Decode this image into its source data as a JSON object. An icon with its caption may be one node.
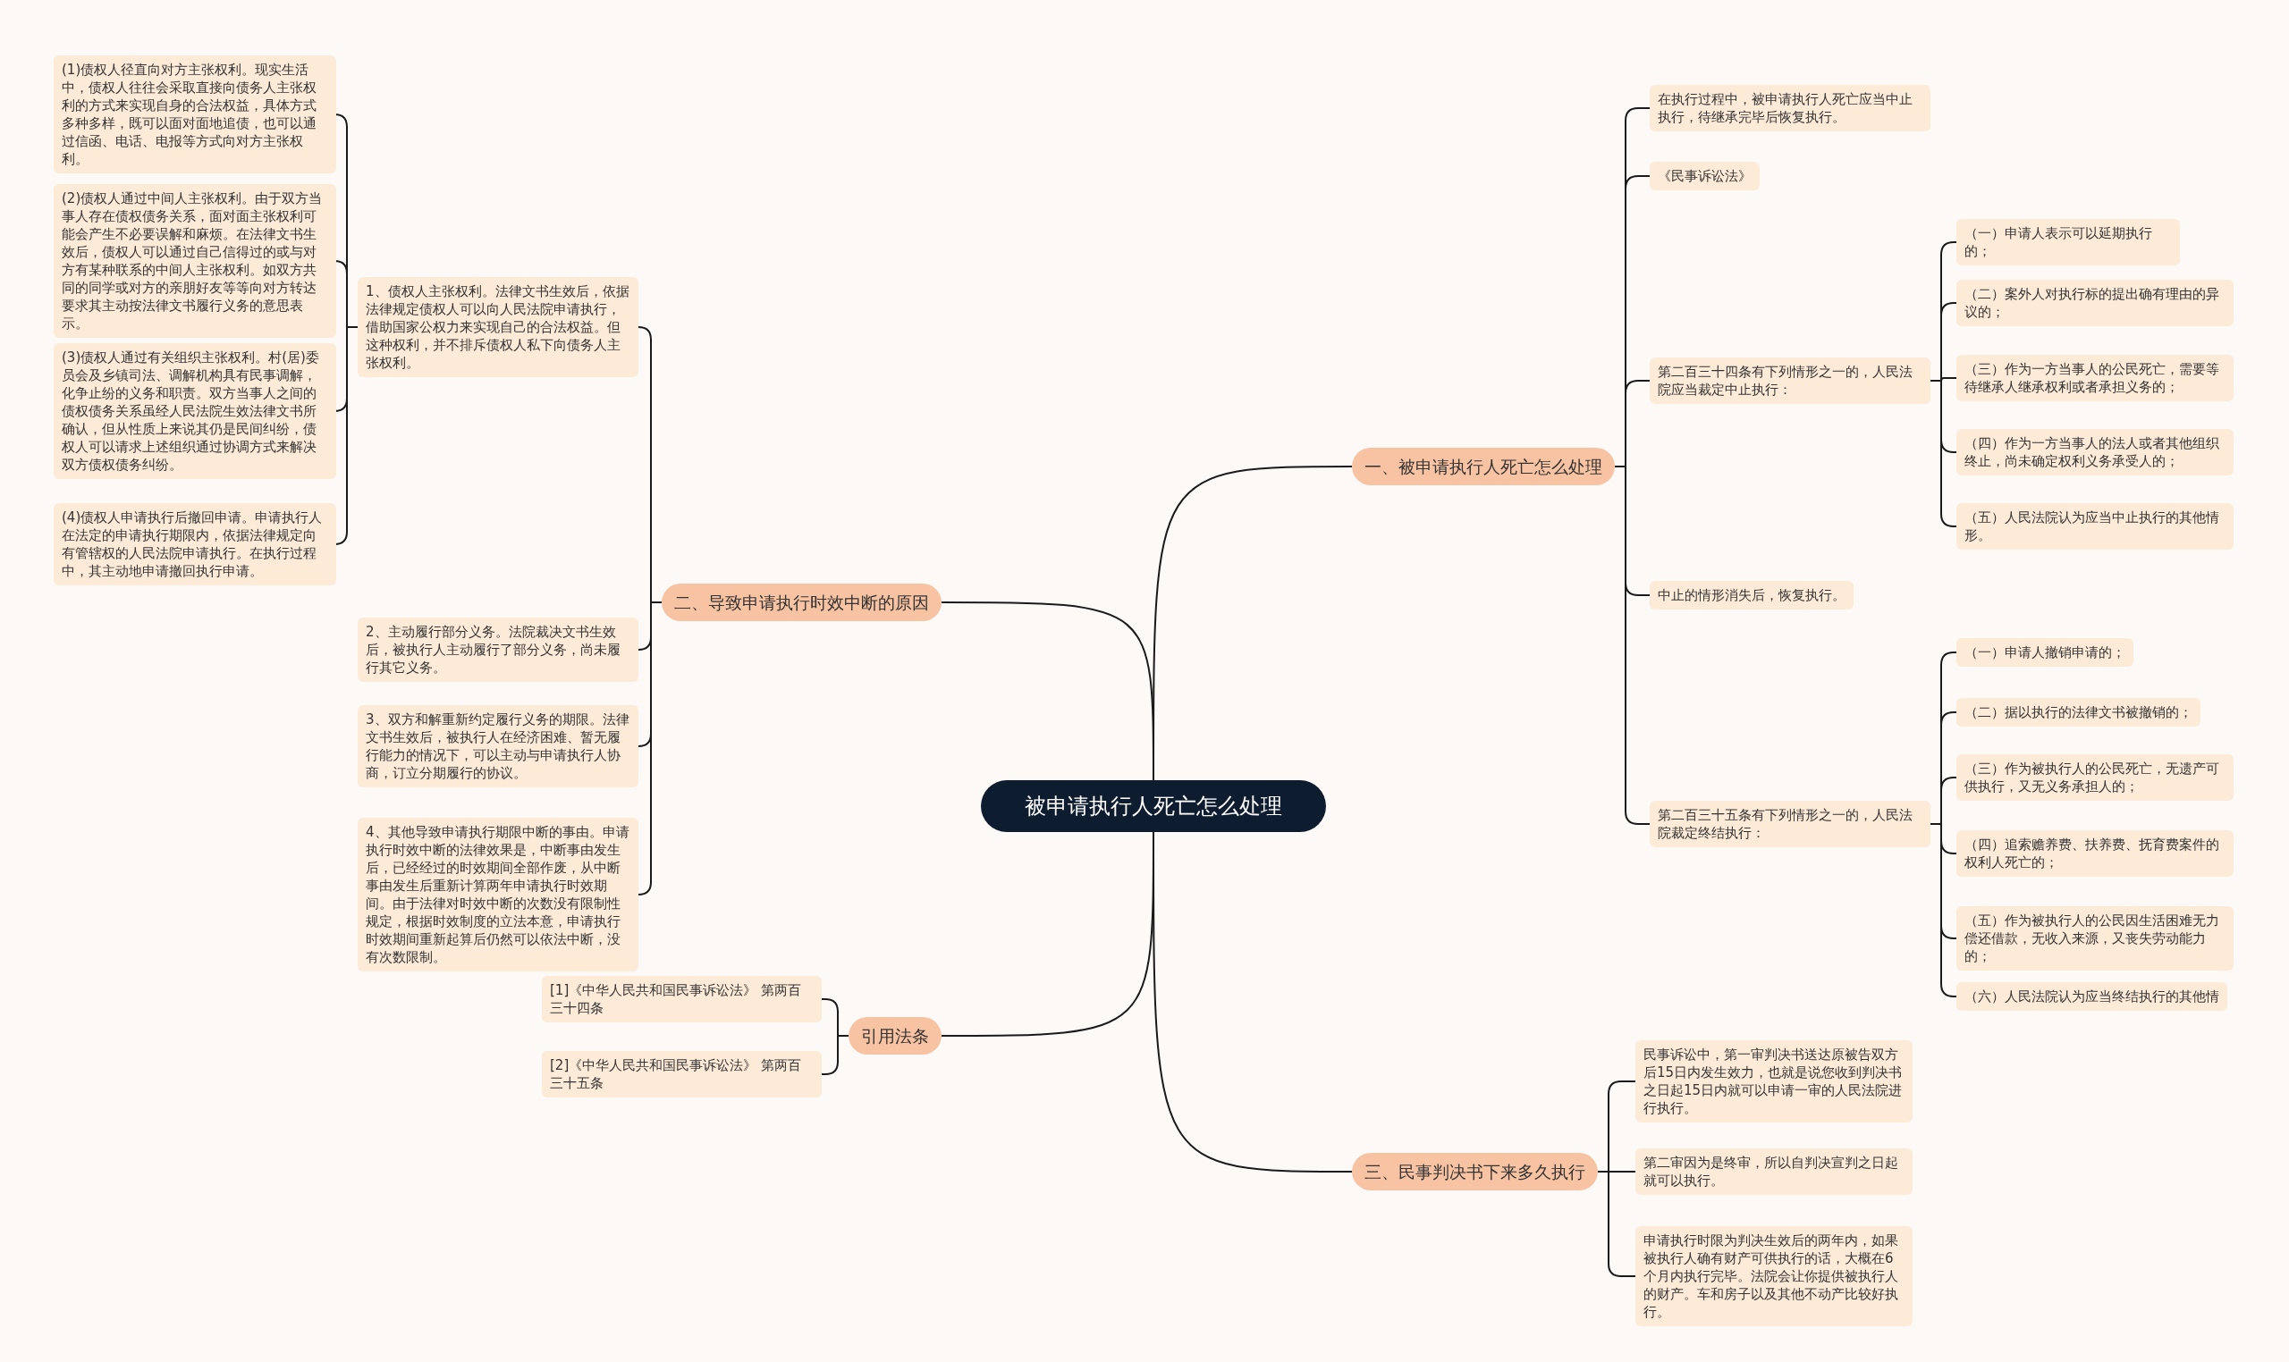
{
  "diagram": {
    "nodes": [
      {
        "text": [
          "被申请执行人死亡怎么处理"
        ]
      },
      {
        "text": [
          "一、被申请执行人死亡怎么处理"
        ]
      },
      {
        "text": [
          "在执行过程中，被申请执行人死亡应当中止执行，待继承完毕后恢复执行。"
        ]
      },
      {
        "text": [
          "《民事诉讼法》"
        ]
      },
      {
        "text": [
          "第二百三十四条有下列情形之一的，人民法院应当裁定中止执行："
        ]
      },
      {
        "text": [
          "（一）申请人表示可以延期执行的；"
        ]
      },
      {
        "text": [
          "（二）案外人对执行标的提出确有理由的异议的；"
        ]
      },
      {
        "text": [
          "（三）作为一方当事人的公民死亡，需要等待继承人继承权利或者承担义务的；"
        ]
      },
      {
        "text": [
          "（四）作为一方当事人的法人或者其他组织终止，尚未确定权利义务承受人的；"
        ]
      },
      {
        "text": [
          "（五）人民法院认为应当中止执行的其他情形。"
        ]
      },
      {
        "text": [
          "中止的情形消失后，恢复执行。"
        ]
      },
      {
        "text": [
          "第二百三十五条有下列情形之一的，人民法院裁定终结执行："
        ]
      },
      {
        "text": [
          "（一）申请人撤销申请的；"
        ]
      },
      {
        "text": [
          "（二）据以执行的法律文书被撤销的；"
        ]
      },
      {
        "text": [
          "（三）作为被执行人的公民死亡，无遗产可供执行，又无义务承担人的；"
        ]
      },
      {
        "text": [
          "（四）追索赡养费、扶养费、抚育费案件的权利人死亡的；"
        ]
      },
      {
        "text": [
          "（五）作为被执行人的公民因生活困难无力偿还借款，无收入来源，又丧失劳动能力的；"
        ]
      },
      {
        "text": [
          "（六）人民法院认为应当终结执行的其他情"
        ]
      },
      {
        "text": [
          "三、民事判决书下来多久执行"
        ]
      },
      {
        "text": [
          "民事诉讼中，第一审判决书送达原被告双方后15日内发生效力，也就是说您收到判决书之日起15日内就可以申请一审的人民法院进行执行。"
        ]
      },
      {
        "text": [
          "第二审因为是终审，所以自判决宣判之日起就可以执行。"
        ]
      },
      {
        "text": [
          "申请执行时限为判决生效后的两年内，如果被执行人确有财产可供执行的话，大概在6个月内执行完毕。法院会让你提供被执行人的财产。车和房子以及其他不动产比较好执行。"
        ]
      },
      {
        "text": [
          "二、导致申请执行时效中断的原因"
        ]
      },
      {
        "text": [
          "1、债权人主张权利。法律文书生效后，依据法律规定债权人可以向人民法院申请执行，借助国家公权力来实现自己的合法权益。但这种权利，并不排斥债权人私下向债务人主张权利。"
        ]
      },
      {
        "text": [
          "2、主动履行部分义务。法院裁决文书生效后，被执行人主动履行了部分义务，尚未履行其它义务。"
        ]
      },
      {
        "text": [
          "3、双方和解重新约定履行义务的期限。法律文书生效后，被执行人在经济困难、暂无履行能力的情况下，可以主动与申请执行人协商，订立分期履行的协议。"
        ]
      },
      {
        "text": [
          "4、其他导致申请执行期限中断的事由。申请执行时效中断的法律效果是，中断事由发生后，已经经过的时效期间全部作废，从中断事由发生后重新计算两年申请执行时效期间。由于法律对时效中断的次数没有限制性规定，根据时效制度的立法本意，申请执行时效期间重新起算后仍然可以依法中断，没有次数限制。"
        ]
      },
      {
        "text": [
          "(1)债权人径直向对方主张权利。现实生活中，债权人往往会采取直接向债务人主张权利的方式来实现自身的合法权益，具体方式多种多样，既可以面对面地追债，也可以通过信函、电话、电报等方式向对方主张权利。"
        ]
      },
      {
        "text": [
          "(2)债权人通过中间人主张权利。由于双方当事人存在债权债务关系，面对面主张权利可能会产生不必要误解和麻烦。在法律文书生效后，债权人可以通过自己信得过的或与对方有某种联系的中间人主张权利。如双方共同的同学或对方的亲朋好友等等向对方转达要求其主动按法律文书履行义务的意思表示。"
        ]
      },
      {
        "text": [
          "(3)债权人通过有关组织主张权利。村(居)委员会及乡镇司法、调解机构具有民事调解，化争止纷的义务和职责。双方当事人之间的债权债务关系虽经人民法院生效法律文书所确认，但从性质上来说其仍是民间纠纷，债权人可以请求上述组织通过协调方式来解决双方债权债务纠纷。"
        ]
      },
      {
        "text": [
          "(4)债权人申请执行后撤回申请。申请执行人在法定的申请执行期限内，依据法律规定向有管辖权的人民法院申请执行。在执行过程中，其主动地申请撤回执行申请。"
        ]
      },
      {
        "text": [
          "引用法条"
        ]
      },
      {
        "text": [
          "[1]《中华人民共和国民事诉讼法》 第两百三十四条"
        ]
      },
      {
        "text": [
          "[2]《中华人民共和国民事诉讼法》 第两百三十五条"
        ]
      }
    ],
    "edges": [
      {
        "from": 0,
        "to": 1,
        "arrow": "none"
      },
      {
        "from": 1,
        "to": 2,
        "arrow": "none"
      },
      {
        "from": 1,
        "to": 3,
        "arrow": "none"
      },
      {
        "from": 1,
        "to": 4,
        "arrow": "none"
      },
      {
        "from": 4,
        "to": 5,
        "arrow": "none"
      },
      {
        "from": 4,
        "to": 6,
        "arrow": "none"
      },
      {
        "from": 4,
        "to": 7,
        "arrow": "none"
      },
      {
        "from": 4,
        "to": 8,
        "arrow": "none"
      },
      {
        "from": 4,
        "to": 9,
        "arrow": "none"
      },
      {
        "from": 1,
        "to": 10,
        "arrow": "none"
      },
      {
        "from": 1,
        "to": 11,
        "arrow": "none"
      },
      {
        "from": 11,
        "to": 12,
        "arrow": "none"
      },
      {
        "from": 11,
        "to": 13,
        "arrow": "none"
      },
      {
        "from": 11,
        "to": 14,
        "arrow": "none"
      },
      {
        "from": 11,
        "to": 15,
        "arrow": "none"
      },
      {
        "from": 11,
        "to": 16,
        "arrow": "none"
      },
      {
        "from": 11,
        "to": 17,
        "arrow": "none"
      },
      {
        "from": 0,
        "to": 18,
        "arrow": "none"
      },
      {
        "from": 18,
        "to": 19,
        "arrow": "none"
      },
      {
        "from": 18,
        "to": 20,
        "arrow": "none"
      },
      {
        "from": 18,
        "to": 21,
        "arrow": "none"
      },
      {
        "from": 0,
        "to": 22,
        "arrow": "none"
      },
      {
        "from": 22,
        "to": 23,
        "arrow": "none"
      },
      {
        "from": 22,
        "to": 24,
        "arrow": "none"
      },
      {
        "from": 22,
        "to": 25,
        "arrow": "none"
      },
      {
        "from": 22,
        "to": 26,
        "arrow": "none"
      },
      {
        "from": 23,
        "to": 27,
        "arrow": "none"
      },
      {
        "from": 23,
        "to": 28,
        "arrow": "none"
      },
      {
        "from": 23,
        "to": 29,
        "arrow": "none"
      },
      {
        "from": 23,
        "to": 30,
        "arrow": "none"
      },
      {
        "from": 0,
        "to": 31,
        "arrow": "none"
      },
      {
        "from": 31,
        "to": 32,
        "arrow": "none"
      },
      {
        "from": 31,
        "to": 33,
        "arrow": "none"
      }
    ]
  }
}
